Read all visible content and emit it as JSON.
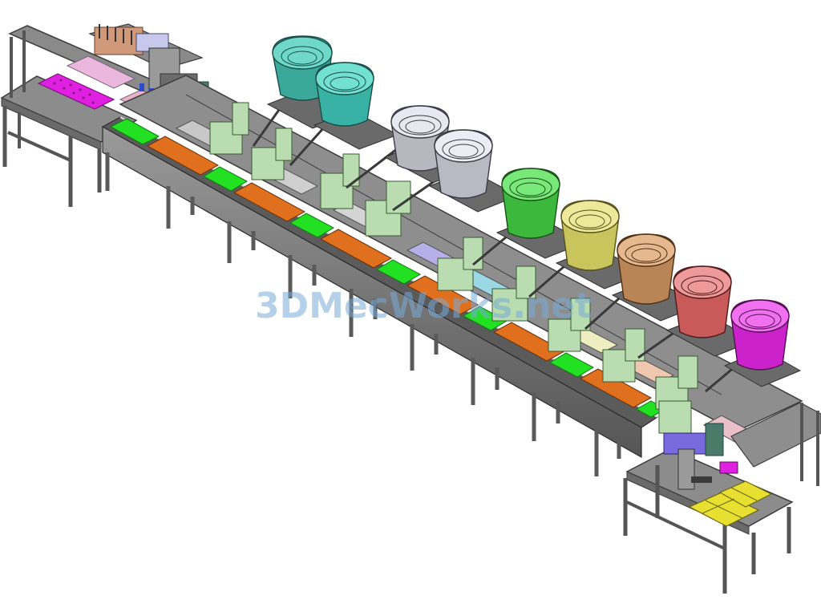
{
  "watermark": {
    "text": "3DMecWorks.net"
  },
  "colors": {
    "frame": "#6e6e6e",
    "frame_dark": "#3c3c3c",
    "deck": "#8a8a8a",
    "track_dark": "#4a4a4a",
    "fixture_green": "#b9ddb0",
    "pallet_orange": "#e0701e",
    "pad_green": "#22e022",
    "tray_yellow": "#e8e030",
    "plate_magenta": "#e020e0",
    "plate_pink": "#ebb7df"
  },
  "feeder_bowls": [
    {
      "name": "teal-bowl-1",
      "color": "#3aa89a"
    },
    {
      "name": "teal-bowl-2",
      "color": "#39b2a6"
    },
    {
      "name": "grey-bowl-1",
      "color": "#b7b7c0"
    },
    {
      "name": "grey-bowl-2",
      "color": "#b9b9c4"
    },
    {
      "name": "green-bowl",
      "color": "#3cb83c"
    },
    {
      "name": "olive-bowl",
      "color": "#c9c45c"
    },
    {
      "name": "tan-bowl",
      "color": "#b98456"
    },
    {
      "name": "red-bowl",
      "color": "#c85a5a"
    },
    {
      "name": "magenta-bowl",
      "color": "#cc22cc"
    }
  ],
  "fixture_plates": [
    {
      "name": "pink-plate",
      "color": "#e8b8e0"
    },
    {
      "name": "grey-plate-1",
      "color": "#c8c8c8"
    },
    {
      "name": "grey-plate-2",
      "color": "#cfcfcf"
    },
    {
      "name": "lavender-plate",
      "color": "#b7b0e8"
    },
    {
      "name": "cyan-plate",
      "color": "#9ad8e4"
    },
    {
      "name": "cream-plate",
      "color": "#efeec0"
    },
    {
      "name": "peach-plate",
      "color": "#f0c8b0"
    },
    {
      "name": "rose-plate",
      "color": "#e9c0c8"
    }
  ]
}
